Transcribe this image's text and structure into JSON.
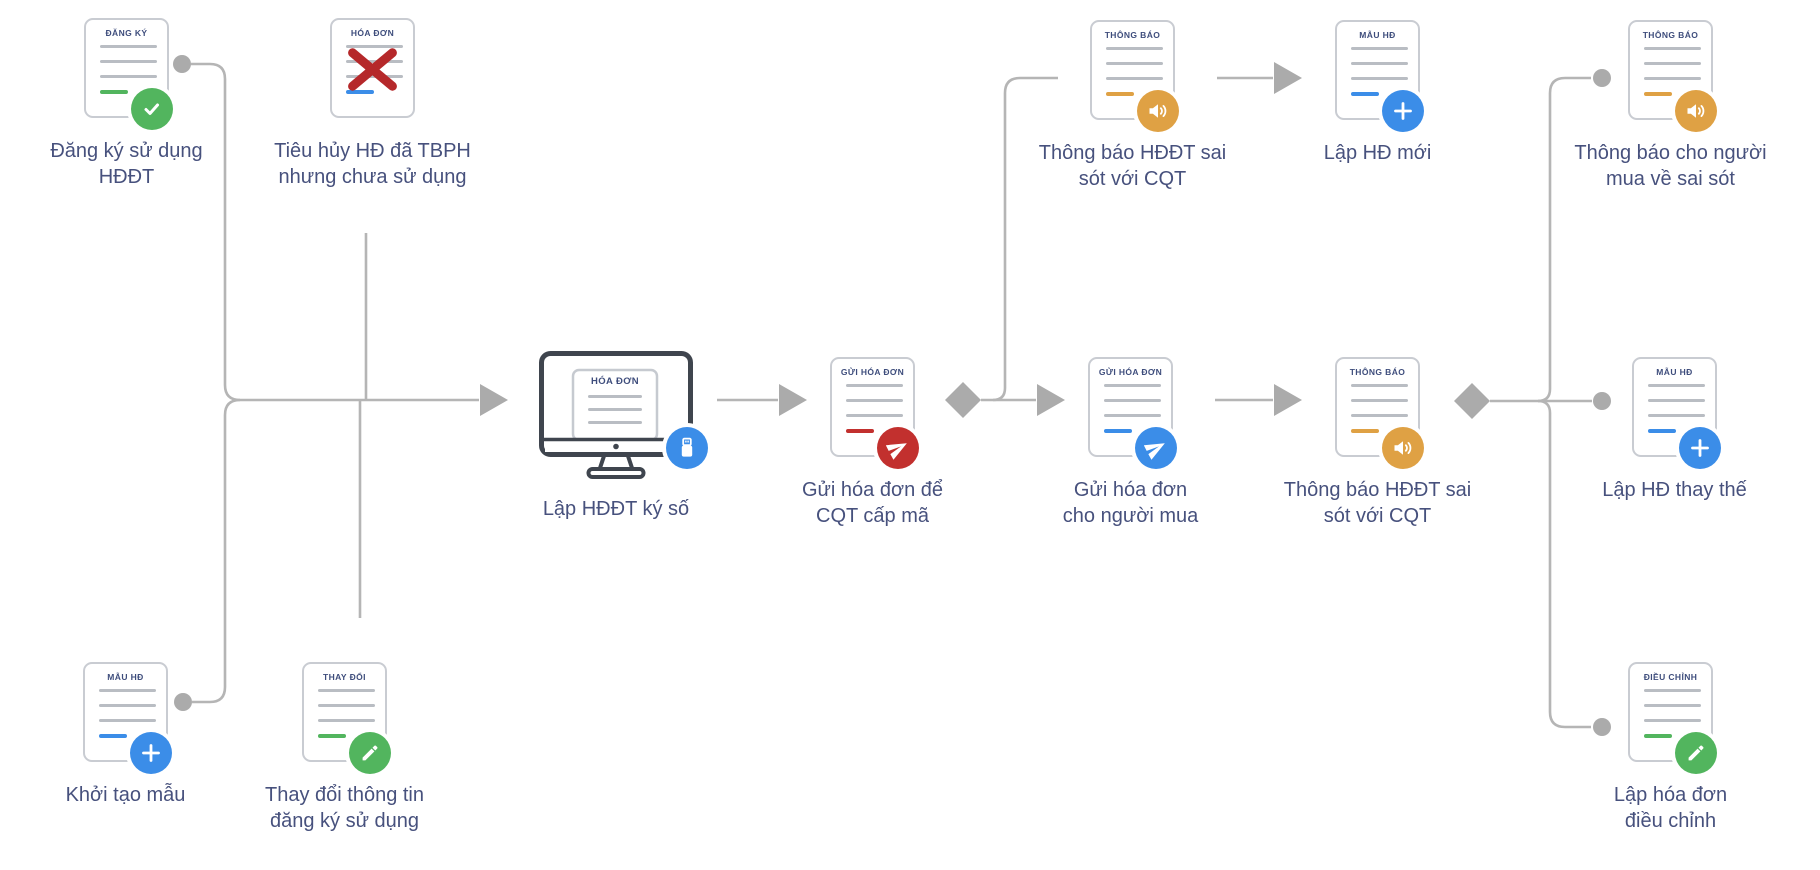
{
  "colors": {
    "green": "#52b55e",
    "blue": "#3b8de8",
    "orange": "#dfa144",
    "red": "#c2302e",
    "connector": "#b5b5b5",
    "shape": "#ababab",
    "label_text": "#47517d",
    "card_border": "#c9ccd2",
    "card_title_text": "#3e4d7c",
    "doc_line": "#b9bdc3",
    "red_x": "#b5282a",
    "monitor_border": "#3f454e"
  },
  "nodes": {
    "dang_ky": {
      "card_title": "ĐĂNG KÝ",
      "label_line1": "Đăng ký sử dụng",
      "label_line2": "HĐĐT",
      "badge": "check",
      "accent": "green"
    },
    "tieu_huy": {
      "card_title": "HÓA ĐƠN",
      "label_line1": "Tiêu hủy HĐ đã TBPH",
      "label_line2": "nhưng chưa sử dụng",
      "overlay": "red-x",
      "accent": "blue"
    },
    "khoi_tao_mau": {
      "card_title": "MẪU HĐ",
      "label_line1": "Khởi tạo mẫu",
      "badge": "plus",
      "accent": "blue"
    },
    "thay_doi": {
      "card_title": "THAY ĐỔI",
      "label_line1": "Thay đổi thông tin",
      "label_line2": "đăng ký sử dụng",
      "badge": "pencil",
      "accent": "green"
    },
    "lap_hddt_ky_so": {
      "screen_title": "HÓA ĐƠN",
      "label_line1": "Lập HĐĐT ký số",
      "badge": "usb"
    },
    "gui_cqt": {
      "card_title": "GỬI HÓA ĐƠN",
      "label_line1": "Gửi hóa đơn để",
      "label_line2": "CQT cấp mã",
      "badge": "plane",
      "accent": "red"
    },
    "gui_nguoi_mua": {
      "card_title": "GỬI HÓA ĐƠN",
      "label_line1": "Gửi hóa đơn",
      "label_line2": "cho người mua",
      "badge": "plane",
      "accent": "blue"
    },
    "tb_sai_sot_cqt_tren": {
      "card_title": "THÔNG BÁO",
      "label_line1": "Thông báo HĐĐT sai",
      "label_line2": "sót với CQT",
      "badge": "speaker",
      "accent": "orange"
    },
    "lap_hd_moi": {
      "card_title": "MẪU HĐ",
      "label_line1": "Lập HĐ mới",
      "badge": "plus",
      "accent": "blue"
    },
    "tb_sai_sot_cqt_giua": {
      "card_title": "THÔNG BÁO",
      "label_line1": "Thông báo HĐĐT sai",
      "label_line2": "sót với CQT",
      "badge": "speaker",
      "accent": "orange"
    },
    "tb_nguoi_mua": {
      "card_title": "THÔNG BÁO",
      "label_line1": "Thông báo cho người",
      "label_line2": "mua về sai sót",
      "badge": "speaker",
      "accent": "orange"
    },
    "lap_hd_thay_the": {
      "card_title": "MẪU HĐ",
      "label_line1": "Lập HĐ thay thế",
      "badge": "plus",
      "accent": "blue"
    },
    "lap_hd_dieu_chinh": {
      "card_title": "ĐIỀU CHỈNH",
      "label_line1": "Lập hóa đơn",
      "label_line2": "điều chỉnh",
      "badge": "pencil",
      "accent": "green"
    }
  }
}
